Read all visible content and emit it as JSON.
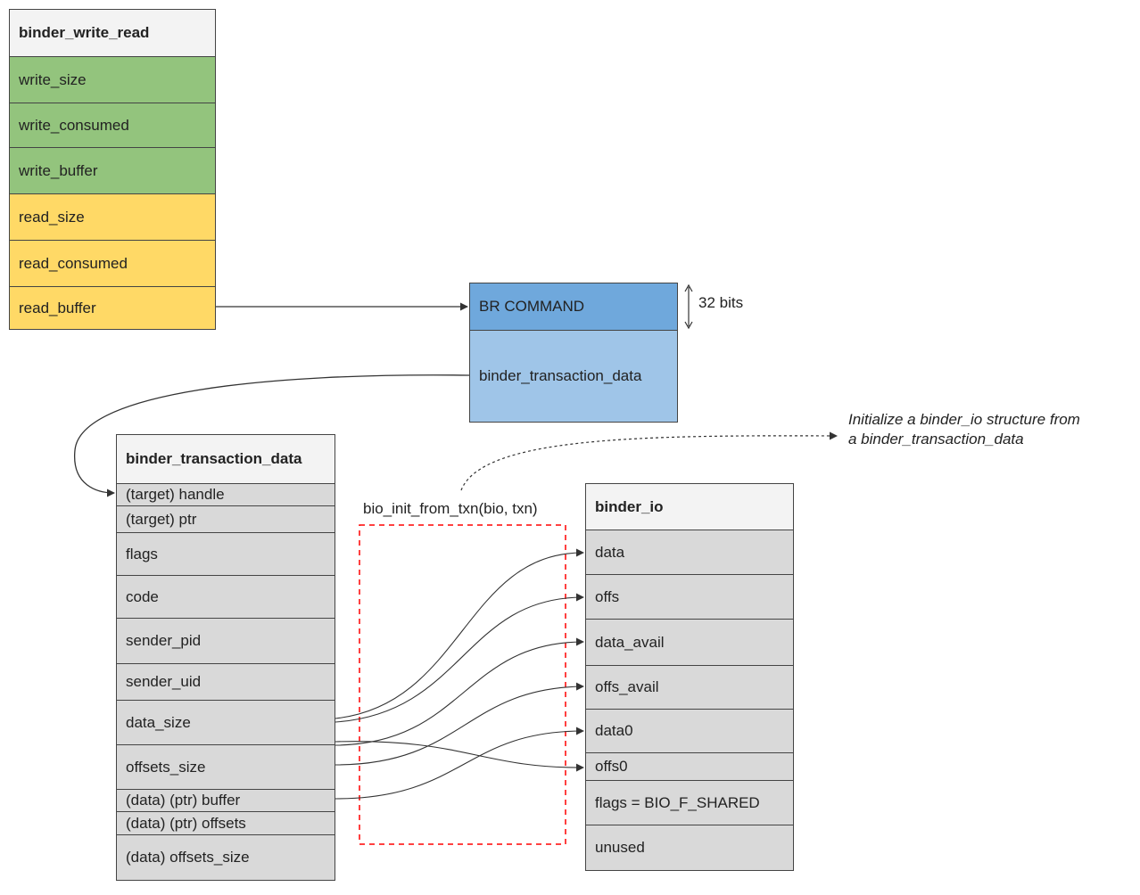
{
  "binder_write_read": {
    "title": "binder_write_read",
    "fields": [
      "write_size",
      "write_consumed",
      "write_buffer",
      "read_size",
      "read_consumed",
      "read_buffer"
    ]
  },
  "br_block": {
    "command": "BR COMMAND",
    "payload": "binder_transaction_data",
    "size_label": "32 bits"
  },
  "binder_transaction_data": {
    "title": "binder_transaction_data",
    "fields": [
      "(target) handle",
      "(target) ptr",
      "flags",
      "code",
      "sender_pid",
      "sender_uid",
      "data_size",
      "offsets_size",
      "(data) (ptr) buffer",
      "(data) (ptr) offsets",
      "(data) offsets_size"
    ]
  },
  "binder_io": {
    "title": "binder_io",
    "fields": [
      "data",
      "offs",
      "data_avail",
      "offs_avail",
      "data0",
      "offs0",
      "flags = BIO_F_SHARED",
      "unused"
    ]
  },
  "function_label": "bio_init_from_txn(bio, txn)",
  "annotation": {
    "line1": "Initialize a binder_io structure from",
    "line2": "a binder_transaction_data"
  },
  "colors": {
    "green": "#93c47d",
    "yellow": "#ffd966",
    "gray": "#d9d9d9",
    "blue_dark": "#6fa8dc",
    "blue_light": "#9fc5e8",
    "header": "#f3f3f3",
    "dashed_red": "#ff0000"
  }
}
